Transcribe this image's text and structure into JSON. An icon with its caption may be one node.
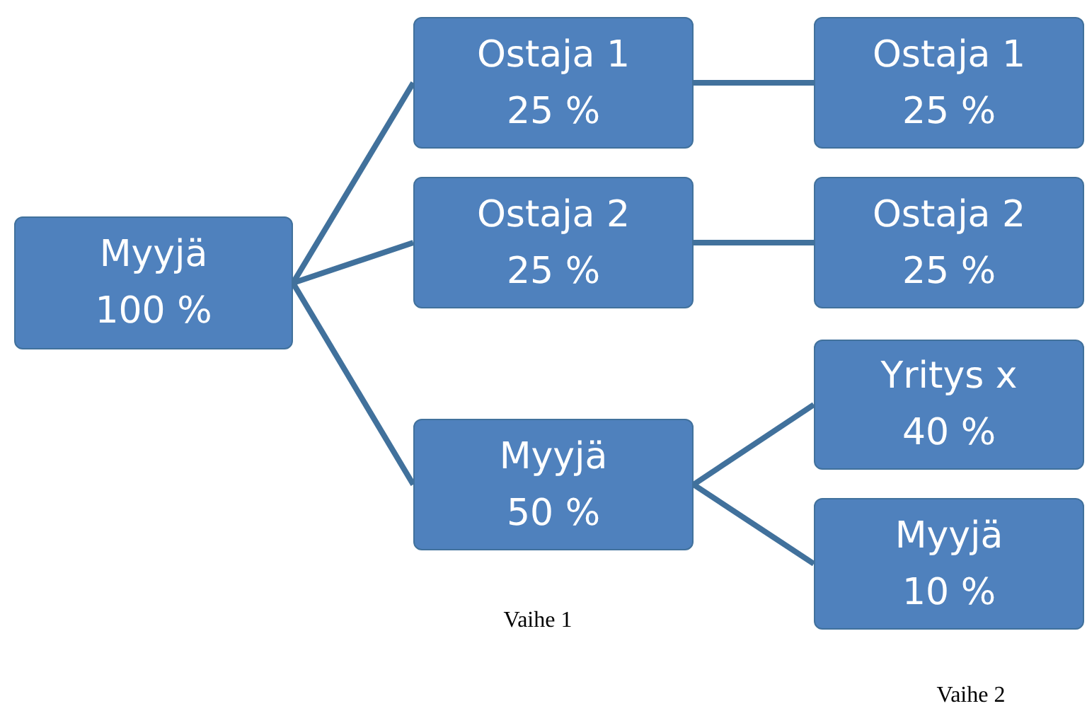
{
  "diagram": {
    "nodes": [
      {
        "text": [
          "Myyjä",
          "100 %"
        ]
      },
      {
        "text": [
          "Ostaja 1",
          "25 %"
        ]
      },
      {
        "text": [
          "Ostaja 2",
          "25 %"
        ]
      },
      {
        "text": [
          "Myyjä",
          "50 %"
        ]
      },
      {
        "text": [
          "Ostaja 1",
          "25 %"
        ]
      },
      {
        "text": [
          "Ostaja 2",
          "25 %"
        ]
      },
      {
        "text": [
          "Yritys x",
          "40 %"
        ]
      },
      {
        "text": [
          "Myyjä",
          "10 %"
        ]
      }
    ],
    "edges": [
      {
        "from": 0,
        "to": 1,
        "arrow": "none"
      },
      {
        "from": 0,
        "to": 2,
        "arrow": "none"
      },
      {
        "from": 0,
        "to": 3,
        "arrow": "none"
      },
      {
        "from": 1,
        "to": 4,
        "arrow": "none"
      },
      {
        "from": 2,
        "to": 5,
        "arrow": "none"
      },
      {
        "from": 3,
        "to": 6,
        "arrow": "none"
      },
      {
        "from": 3,
        "to": 7,
        "arrow": "none"
      }
    ],
    "labels": [
      "Vaihe 1",
      "Vaihe 2"
    ]
  }
}
